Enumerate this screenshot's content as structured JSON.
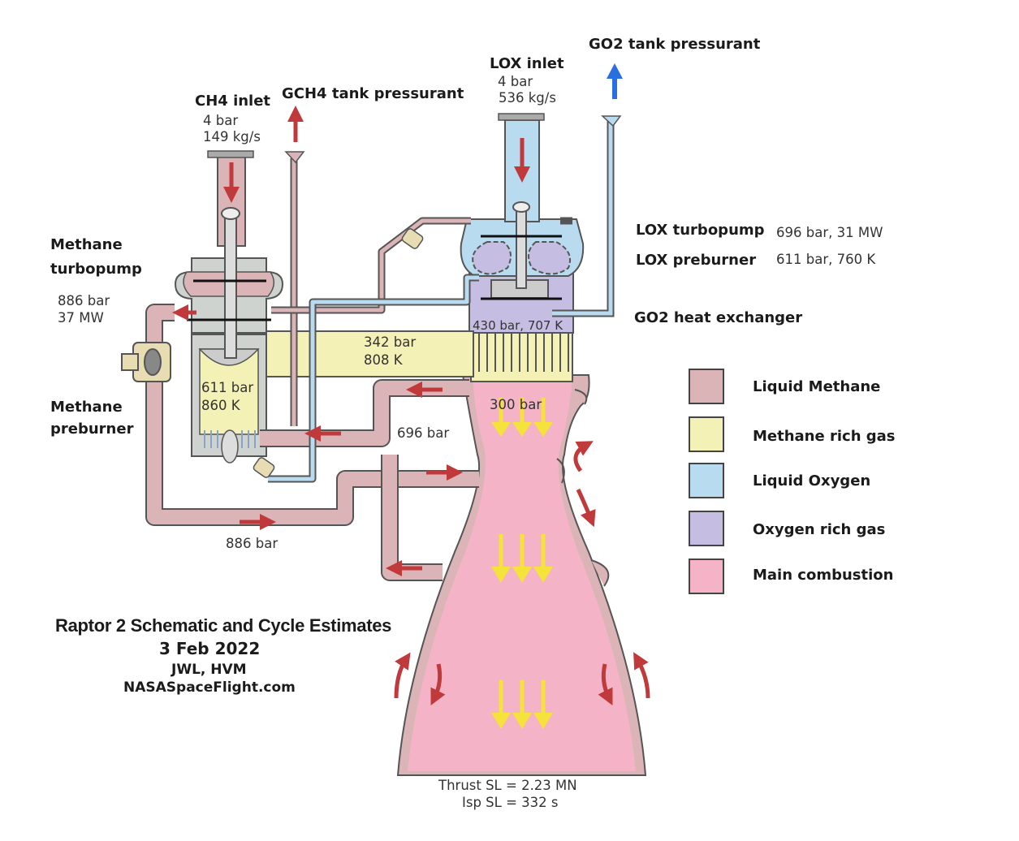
{
  "colors": {
    "liquid_methane": "#dbb4b7",
    "methane_rich_gas": "#f4f1b6",
    "liquid_oxygen": "#b9dbef",
    "oxygen_rich_gas": "#c6bde2",
    "main_combustion": "#f4b3c6",
    "outline": "#555555",
    "flow_arrow": "#c0393b",
    "gas_arrow": "#f5e23a",
    "go2_arrow": "#2a6fe0"
  },
  "labels": {
    "ch4_inlet": {
      "title": "CH4 inlet",
      "pressure": "4 bar",
      "flow": "149 kg/s"
    },
    "gch4_pressurant": "GCH4 tank pressurant",
    "lox_inlet": {
      "title": "LOX inlet",
      "pressure": "4 bar",
      "flow": "536 kg/s"
    },
    "go2_pressurant": "GO2 tank pressurant",
    "methane_turbopump": {
      "line1": "Methane",
      "line2": "turbopump",
      "pressure": "886 bar",
      "power": "37 MW"
    },
    "methane_preburner": {
      "line1": "Methane",
      "line2": "preburner"
    },
    "lox_turbopump": {
      "title": "LOX turbopump",
      "value": "696 bar, 31 MW"
    },
    "lox_preburner": {
      "title": "LOX preburner",
      "value": "611 bar, 760 K"
    },
    "go2_heat_exchanger": "GO2 heat exchanger",
    "ox_preburner_out": "430 bar, 707 K",
    "fuel_rich_duct": {
      "pressure": "342 bar",
      "temp": "808 K"
    },
    "fuel_preburner_state": {
      "pressure": "611 bar",
      "temp": "860 K"
    },
    "chamber_pressure": "300 bar",
    "cooling_pressure": "696 bar",
    "fuel_loop_pressure": "886 bar",
    "thrust": "Thrust SL = 2.23 MN",
    "isp": "Isp SL = 332 s"
  },
  "legend": [
    {
      "label": "Liquid Methane",
      "color": "#dbb4b7"
    },
    {
      "label": "Methane rich gas",
      "color": "#f4f1b6"
    },
    {
      "label": "Liquid Oxygen",
      "color": "#b9dbef"
    },
    {
      "label": "Oxygen rich gas",
      "color": "#c6bde2"
    },
    {
      "label": "Main combustion",
      "color": "#f4b3c6"
    }
  ],
  "credits": {
    "title": "Raptor 2 Schematic and Cycle Estimates",
    "date": "3 Feb 2022",
    "authors": "JWL, HVM",
    "source": "NASASpaceFlight.com"
  }
}
